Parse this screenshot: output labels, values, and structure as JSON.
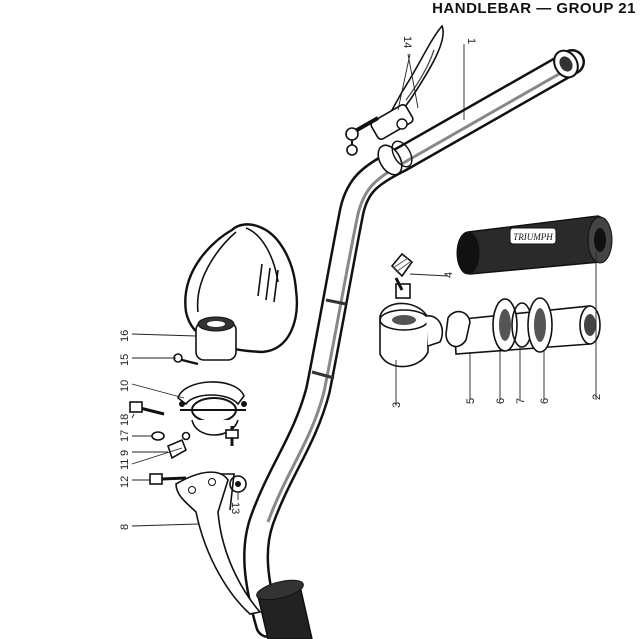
{
  "title": "HANDLEBAR — GROUP 21",
  "grip_brand": "TRIUMPH",
  "callouts": [
    {
      "id": "c1",
      "label": "1"
    },
    {
      "id": "c2",
      "label": "2"
    },
    {
      "id": "c3",
      "label": "3"
    },
    {
      "id": "c4",
      "label": "4"
    },
    {
      "id": "c5",
      "label": "5"
    },
    {
      "id": "c6a",
      "label": "6"
    },
    {
      "id": "c7",
      "label": "7"
    },
    {
      "id": "c6b",
      "label": "6"
    },
    {
      "id": "c8",
      "label": "8"
    },
    {
      "id": "c9",
      "label": "9"
    },
    {
      "id": "c10",
      "label": "10"
    },
    {
      "id": "c11",
      "label": "11"
    },
    {
      "id": "c12",
      "label": "12"
    },
    {
      "id": "c13",
      "label": "13"
    },
    {
      "id": "c14",
      "label": "14"
    },
    {
      "id": "c15",
      "label": "15"
    },
    {
      "id": "c16",
      "label": "16"
    },
    {
      "id": "c17",
      "label": "17"
    },
    {
      "id": "c18",
      "label": "18"
    }
  ]
}
